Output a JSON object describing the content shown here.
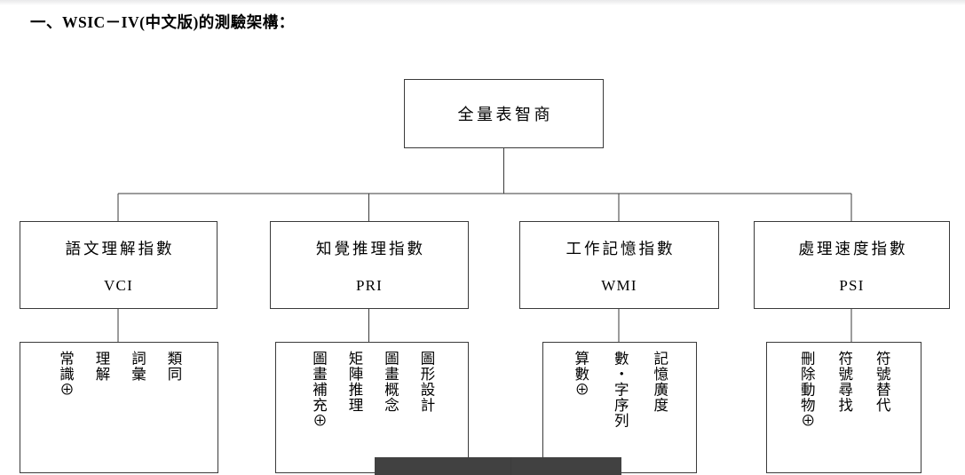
{
  "page": {
    "title": "一、WSIC－IV(中文版)的測驗架構："
  },
  "diagram": {
    "type": "hierarchy-tree",
    "root": {
      "label": "全量表智商"
    },
    "indices": [
      {
        "id": "VCI",
        "cn": "語文理解指數",
        "en": "VCI"
      },
      {
        "id": "PRI",
        "cn": "知覺推理指數",
        "en": "PRI"
      },
      {
        "id": "WMI",
        "cn": "工作記憶指數",
        "en": "WMI"
      },
      {
        "id": "PSI",
        "cn": "處理速度指數",
        "en": "PSI"
      }
    ],
    "subtests": {
      "VCI": [
        "常識⊕",
        "理解",
        "詞彙",
        "類同"
      ],
      "PRI": [
        "圖畫補充⊕",
        "矩陣推理",
        "圖畫概念",
        "圖形設計"
      ],
      "WMI": [
        "算數⊕",
        "數‧字序列",
        "記憶廣度"
      ],
      "PSI": [
        "刪除動物⊕",
        "符號尋找",
        "符號替代"
      ]
    }
  },
  "colors": {
    "line": "#3a3a3a",
    "text": "#000000",
    "background": "#ffffff",
    "overlay": "#3c3c3c"
  }
}
